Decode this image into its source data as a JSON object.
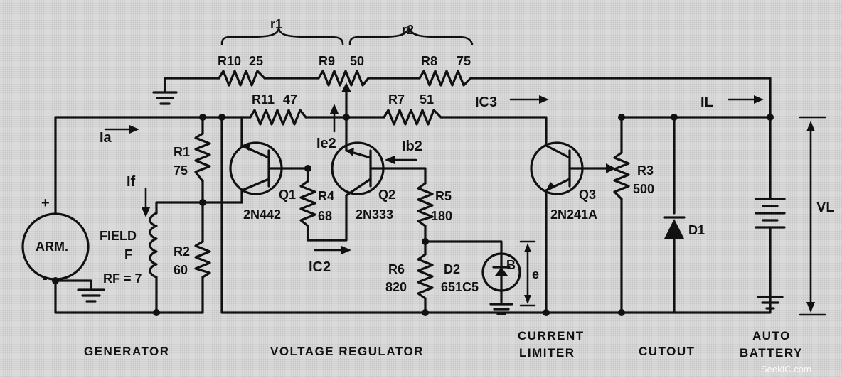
{
  "components": {
    "r10": {
      "name": "R10",
      "value": "25"
    },
    "r9": {
      "name": "R9",
      "value": "50"
    },
    "r8": {
      "name": "R8",
      "value": "75"
    },
    "r11": {
      "name": "R11",
      "value": "47"
    },
    "r7": {
      "name": "R7",
      "value": "51"
    },
    "r1": {
      "name": "R1",
      "value": "75"
    },
    "r2": {
      "name": "R2",
      "value": "60"
    },
    "r4": {
      "name": "R4",
      "value": "68"
    },
    "r5": {
      "name": "R5",
      "value": "180"
    },
    "r6": {
      "name": "R6",
      "value": "820"
    },
    "r3": {
      "name": "R3",
      "value": "500"
    },
    "q1": {
      "name": "Q1",
      "part": "2N442"
    },
    "q2": {
      "name": "Q2",
      "part": "2N333"
    },
    "q3": {
      "name": "Q3",
      "part": "2N241A"
    },
    "d1": {
      "name": "D1"
    },
    "d2": {
      "name": "D2",
      "part": "651C5"
    },
    "armature": {
      "label": "ARM."
    },
    "field": {
      "line1": "FIELD",
      "line2": "F",
      "rf": "RF = 7"
    }
  },
  "annotations": {
    "r1_top": "r1",
    "r2_top": "r2",
    "ia": "Ia",
    "if": "If",
    "ie2": "Ie2",
    "ib2": "Ib2",
    "ic2": "IC2",
    "ic3": "IC3",
    "il": "IL",
    "vl": "VL",
    "e": "e",
    "plus": "+",
    "minus": "-",
    "zener_mark": "B"
  },
  "sections": {
    "generator": "GENERATOR",
    "voltage_regulator": "VOLTAGE REGULATOR",
    "current_limiter_1": "CURRENT",
    "current_limiter_2": "LIMITER",
    "cutout": "CUTOUT",
    "auto_battery_1": "AUTO",
    "auto_battery_2": "BATTERY"
  },
  "watermark": "SeekIC.com"
}
